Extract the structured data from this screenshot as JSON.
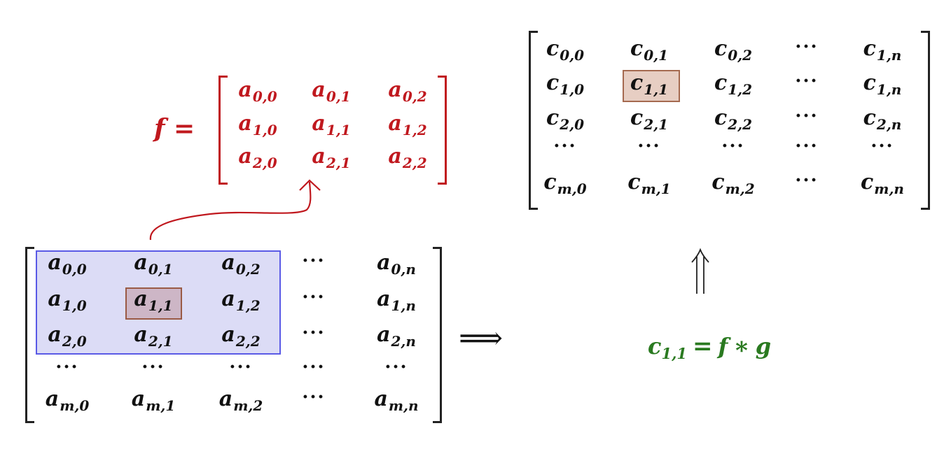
{
  "input_matrix": {
    "rows": [
      [
        {
          "b": "a",
          "s": "0,0"
        },
        {
          "b": "a",
          "s": "0,1"
        },
        {
          "b": "a",
          "s": "0,2"
        },
        {
          "dots": "···"
        },
        {
          "b": "a",
          "s": "0,n"
        }
      ],
      [
        {
          "b": "a",
          "s": "1,0"
        },
        {
          "b": "a",
          "s": "1,1"
        },
        {
          "b": "a",
          "s": "1,2"
        },
        {
          "dots": "···"
        },
        {
          "b": "a",
          "s": "1,n"
        }
      ],
      [
        {
          "b": "a",
          "s": "2,0"
        },
        {
          "b": "a",
          "s": "2,1"
        },
        {
          "b": "a",
          "s": "2,2"
        },
        {
          "dots": "···"
        },
        {
          "b": "a",
          "s": "2,n"
        }
      ],
      [
        {
          "dots": "···"
        },
        {
          "dots": "···"
        },
        {
          "dots": "···"
        },
        {
          "dots": "···"
        },
        {
          "dots": "···"
        }
      ],
      [
        {
          "b": "a",
          "s": "m,0"
        },
        {
          "b": "a",
          "s": "m,1"
        },
        {
          "b": "a",
          "s": "m,2"
        },
        {
          "dots": "···"
        },
        {
          "b": "a",
          "s": "m,n"
        }
      ]
    ]
  },
  "output_matrix": {
    "rows": [
      [
        {
          "b": "c",
          "s": "0,0"
        },
        {
          "b": "c",
          "s": "0,1"
        },
        {
          "b": "c",
          "s": "0,2"
        },
        {
          "dots": "···"
        },
        {
          "b": "c",
          "s": "1,n"
        }
      ],
      [
        {
          "b": "c",
          "s": "1,0"
        },
        {
          "b": "c",
          "s": "1,1"
        },
        {
          "b": "c",
          "s": "1,2"
        },
        {
          "dots": "···"
        },
        {
          "b": "c",
          "s": "1,n"
        }
      ],
      [
        {
          "b": "c",
          "s": "2,0"
        },
        {
          "b": "c",
          "s": "2,1"
        },
        {
          "b": "c",
          "s": "2,2"
        },
        {
          "dots": "···"
        },
        {
          "b": "c",
          "s": "2,n"
        }
      ],
      [
        {
          "dots": "···"
        },
        {
          "dots": "···"
        },
        {
          "dots": "···"
        },
        {
          "dots": "···"
        },
        {
          "dots": "···"
        }
      ],
      [
        {
          "b": "c",
          "s": "m,0"
        },
        {
          "b": "c",
          "s": "m,1"
        },
        {
          "b": "c",
          "s": "m,2"
        },
        {
          "dots": "···"
        },
        {
          "b": "c",
          "s": "m,n"
        }
      ]
    ]
  },
  "kernel": {
    "label": "f =",
    "rows": [
      [
        {
          "b": "a",
          "s": "0,0"
        },
        {
          "b": "a",
          "s": "0,1"
        },
        {
          "b": "a",
          "s": "0,2"
        }
      ],
      [
        {
          "b": "a",
          "s": "1,0"
        },
        {
          "b": "a",
          "s": "1,1"
        },
        {
          "b": "a",
          "s": "1,2"
        }
      ],
      [
        {
          "b": "a",
          "s": "2,0"
        },
        {
          "b": "a",
          "s": "2,1"
        },
        {
          "b": "a",
          "s": "2,2"
        }
      ]
    ]
  },
  "implies_symbol": "⟹",
  "formula": {
    "lhs": "c",
    "lhs_sub": "1,1",
    "eq": "=",
    "f": "f",
    "op": "∗",
    "g": "g"
  },
  "colors": {
    "kernel": "#c0181e",
    "formula": "#2a7a20",
    "window": "#5a5ae6",
    "highlight": "#a56a50"
  }
}
